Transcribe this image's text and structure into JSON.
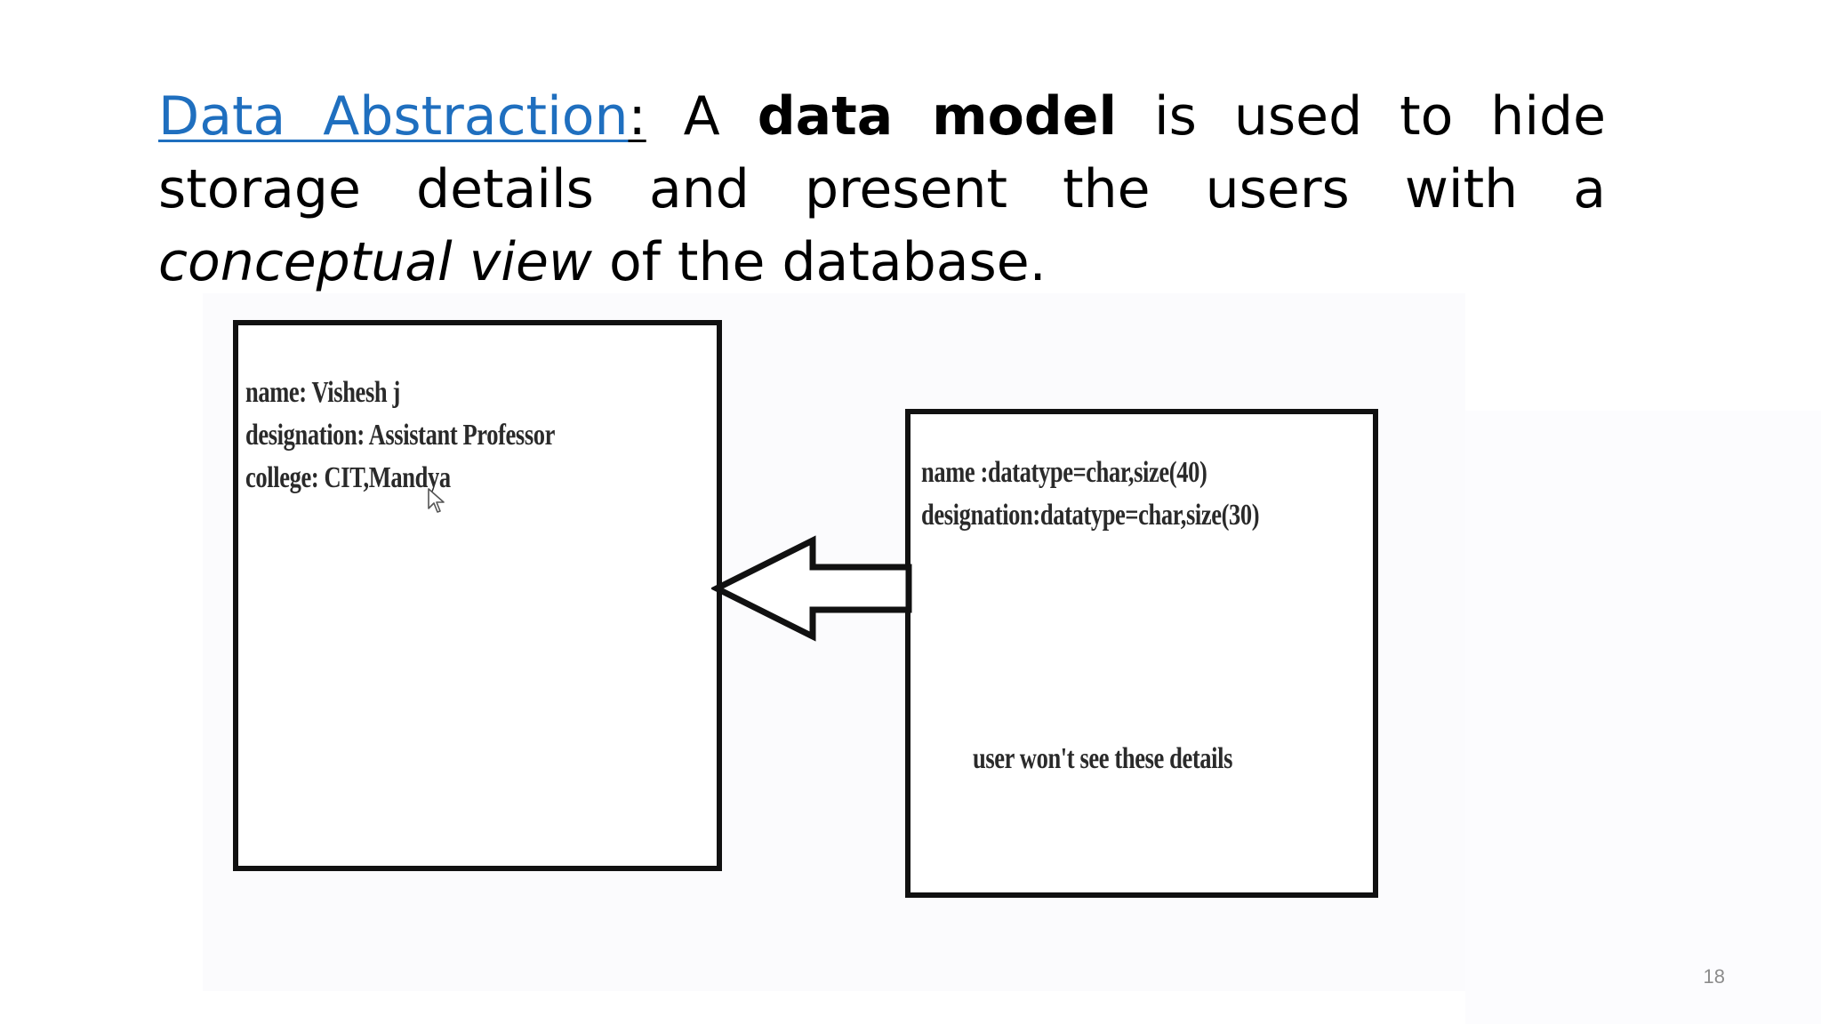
{
  "slide": {
    "heading_link": "Data Abstraction",
    "heading_colon": ":",
    "text_a": " A ",
    "bold_term": "data model",
    "text_b": " is used to hide storage details and present the users with a ",
    "italic_term": "conceptual view",
    "text_c": "  of the database."
  },
  "figure": {
    "left_box": {
      "lines": [
        "name: Vishesh j",
        "designation: Assistant Professor",
        "college: CIT,Mandya"
      ]
    },
    "right_box": {
      "lines": [
        "name :datatype=char,size(40)",
        "designation:datatype=char,size(30)"
      ],
      "note": "user won't see these details"
    },
    "arrow_direction": "left",
    "cursor_icon": "mouse-pointer-icon"
  },
  "footer": {
    "page_number": "18"
  }
}
